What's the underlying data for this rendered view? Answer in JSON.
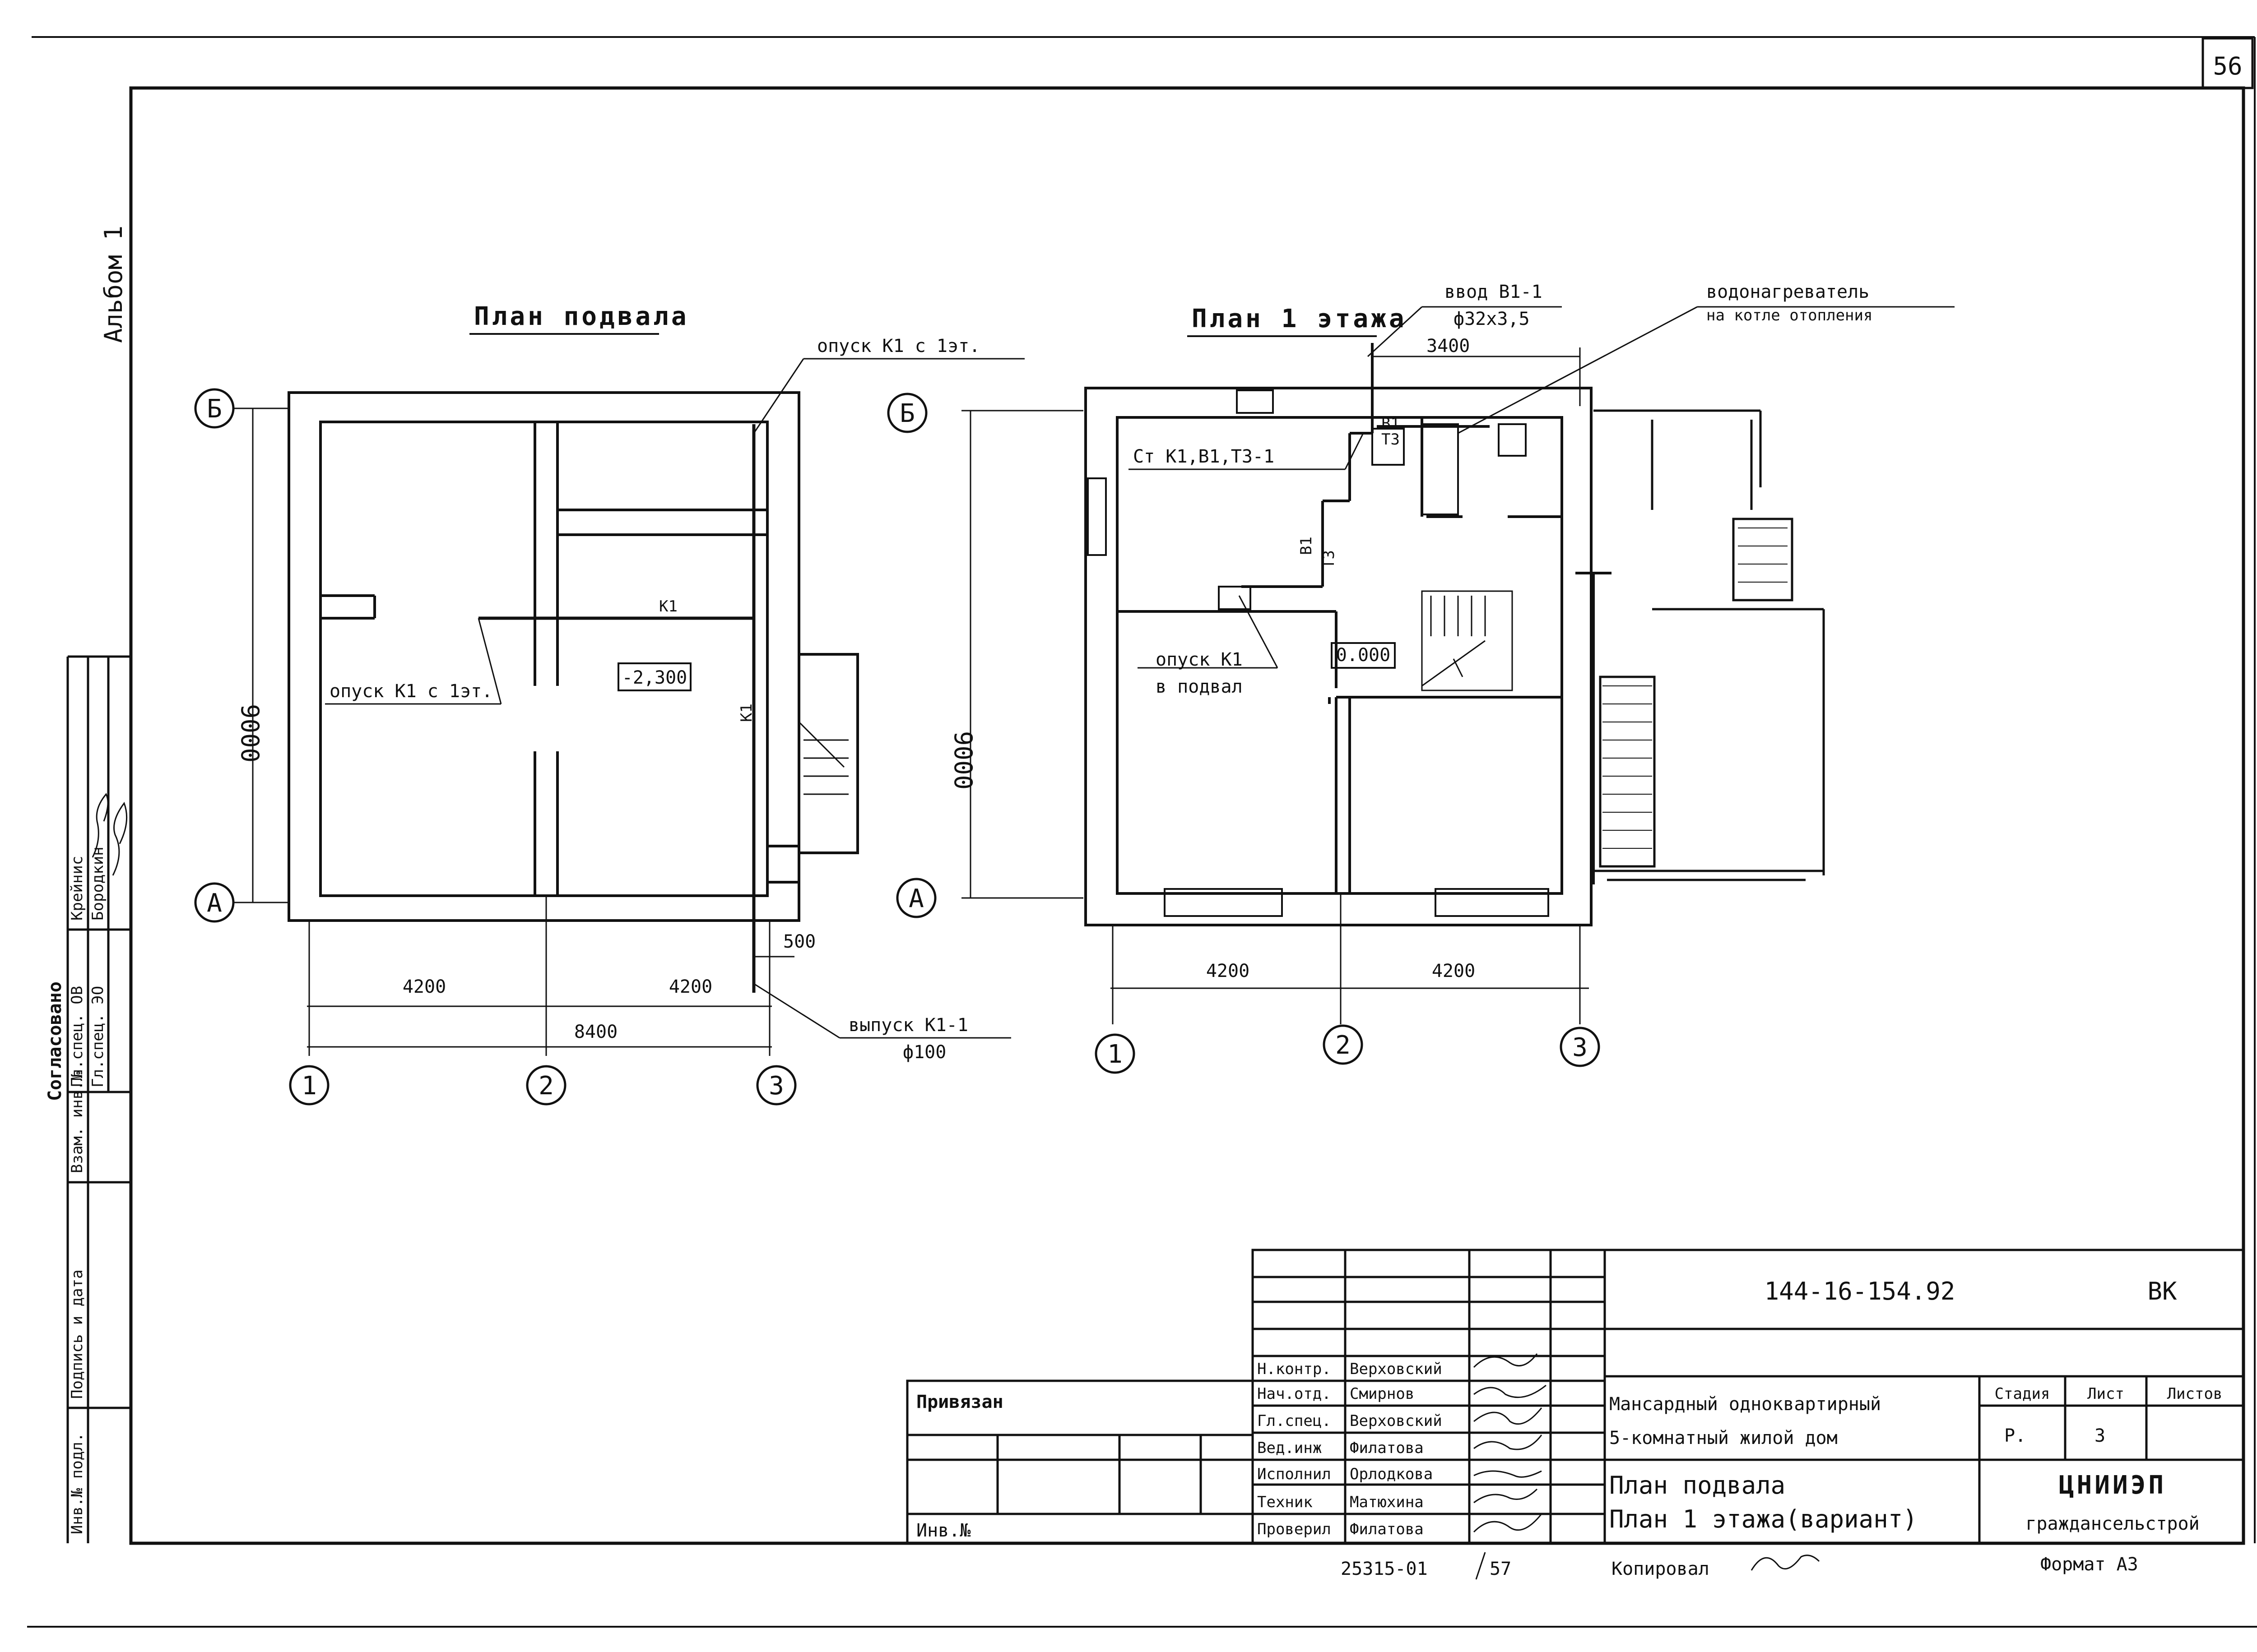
{
  "sheet_number": "56",
  "album_label": "Альбом 1",
  "approval": {
    "heading": "Согласовано",
    "rows": [
      {
        "role": "Гл.спец. ОВ",
        "name": "Крейнис"
      },
      {
        "role": "Гл.спец. ЭО",
        "name": "Бородкин"
      }
    ],
    "left_strip": [
      "Инв.№ подл.",
      "Подпись и дата",
      "Взам. инв.№"
    ]
  },
  "basement_plan": {
    "title": "План подвала",
    "label_drop_top": "опуск К1 с 1эт.",
    "label_drop_left": "опуск К1 с 1эт.",
    "pipe_k1": "К1",
    "pipe_k1_vertical": "К1",
    "elevation": "-2,300",
    "dim_left": "9000",
    "dim_4200_a": "4200",
    "dim_4200_b": "4200",
    "dim_total": "8400",
    "dim_500": "500",
    "outlet_label": "выпуск К1-1",
    "outlet_diam": "ф100",
    "axis_b": "Б",
    "axis_a": "А",
    "axis_1": "1",
    "axis_2": "2",
    "axis_3": "3"
  },
  "first_floor_plan": {
    "title": "План 1 этажа",
    "inlet_label": "ввод В1-1",
    "inlet_diam": "ф32х3,5",
    "heater_label_1": "водонагреватель",
    "heater_label_2": "на котле отопления",
    "dim_3400": "3400",
    "riser_label": "Ст К1,В1,Т3-1",
    "pipe_b1": "В1",
    "pipe_t3": "Т3",
    "pipe_b1_small": "В1",
    "pipe_t3_small": "Т3",
    "drop_label_1": "опуск К1",
    "drop_label_2": "в подвал",
    "elevation": "0.000",
    "dim_left": "9000",
    "dim_4200_a": "4200",
    "dim_4200_b": "4200",
    "axis_b": "Б",
    "axis_a": "А",
    "axis_1": "1",
    "axis_2": "2",
    "axis_3": "3"
  },
  "title_block": {
    "project_code": "144-16-154.92",
    "mark": "ВК",
    "bound_label": "Привязан",
    "inv_label": "Инв.№",
    "staff": [
      {
        "role": "Н.контр.",
        "name": "Верховский"
      },
      {
        "role": "Нач.отд.",
        "name": "Смирнов"
      },
      {
        "role": "Гл.спец.",
        "name": "Верховский"
      },
      {
        "role": "Вед.инж",
        "name": "Филатова"
      },
      {
        "role": "Исполнил",
        "name": "Орлодкова"
      },
      {
        "role": "Техник",
        "name": "Матюхина"
      },
      {
        "role": "Проверил",
        "name": "Филатова"
      }
    ],
    "object_line_1": "Мансардный одноквартирный",
    "object_line_2": "5-комнатный жилой дом",
    "sheet_line_1": "План подвала",
    "sheet_line_2": "План 1 этажа(вариант)",
    "stage_header": "Стадия",
    "sheet_header": "Лист",
    "sheets_header": "Листов",
    "stage_value": "Р.",
    "sheet_value": "3",
    "sheets_value": "",
    "org_1": "ЦНИИЭП",
    "org_2": "граждансельстрой",
    "archive_no": "25315-01",
    "archive_sheet": "57",
    "copied_label": "Копировал",
    "format_label": "Формат А3"
  }
}
